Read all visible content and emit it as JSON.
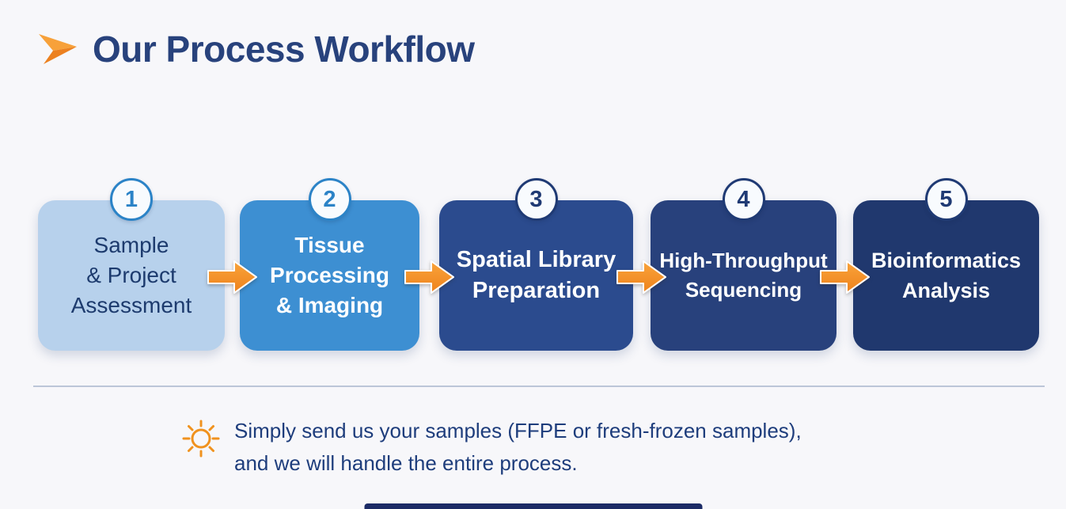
{
  "page": {
    "background": "#f7f7fa"
  },
  "header": {
    "title": "Our Process Workflow",
    "title_color": "#28427c",
    "icon": "send-arrow-icon",
    "icon_color_light": "#f7a13a",
    "icon_color_dark": "#ec8120"
  },
  "steps": [
    {
      "number": "1",
      "label": "Sample\n& Project\nAssessment",
      "bg": "#b7d1ec",
      "text_color": "#1d3b6e",
      "circle_color": "#2b83c7"
    },
    {
      "number": "2",
      "label": "Tissue\nProcessing\n& Imaging",
      "bg": "#3d8fd2",
      "text_color": "#ffffff",
      "circle_color": "#2b83c7"
    },
    {
      "number": "3",
      "label": "Spatial Library\nPreparation",
      "bg": "#2b4b8e",
      "text_color": "#ffffff",
      "circle_color": "#1f3a74"
    },
    {
      "number": "4",
      "label": "High-Throughput\nSequencing",
      "bg": "#28417c",
      "text_color": "#ffffff",
      "circle_color": "#1f3a74"
    },
    {
      "number": "5",
      "label": "Bioinformatics\nAnalysis",
      "bg": "#20386e",
      "text_color": "#ffffff",
      "circle_color": "#1f3a74"
    }
  ],
  "arrow": {
    "color_top": "#f9a33a",
    "color_bottom": "#ee821c",
    "outline": "#ffffff"
  },
  "divider_color": "#bcc6d8",
  "note": {
    "icon": "sun-icon",
    "icon_color": "#f0921e",
    "lines": [
      "Simply send us your samples (FFPE or fresh-frozen samples),",
      "and we will handle the entire process."
    ],
    "text_color": "#1e3d7c"
  },
  "bottom_bar_color": "#1c2b66"
}
